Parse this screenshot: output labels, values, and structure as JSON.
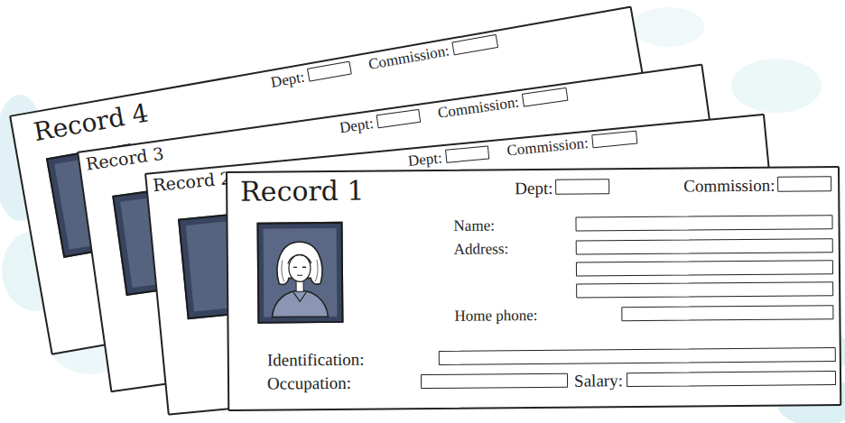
{
  "diagram": {
    "nodes": [
      {
        "text": [
          "Record 4",
          "Dept:",
          "Commission:"
        ]
      },
      {
        "text": [
          "Record 3",
          "Dept:",
          "Commission:"
        ]
      },
      {
        "text": [
          "Record 2",
          "Dept:",
          "Commission:"
        ]
      },
      {
        "text": [
          "Record 1",
          "Dept:",
          "Commission:",
          "Name:",
          "Address:",
          "Home phone:",
          "Identification:",
          "Occupation:",
          "Salary:"
        ]
      }
    ]
  }
}
